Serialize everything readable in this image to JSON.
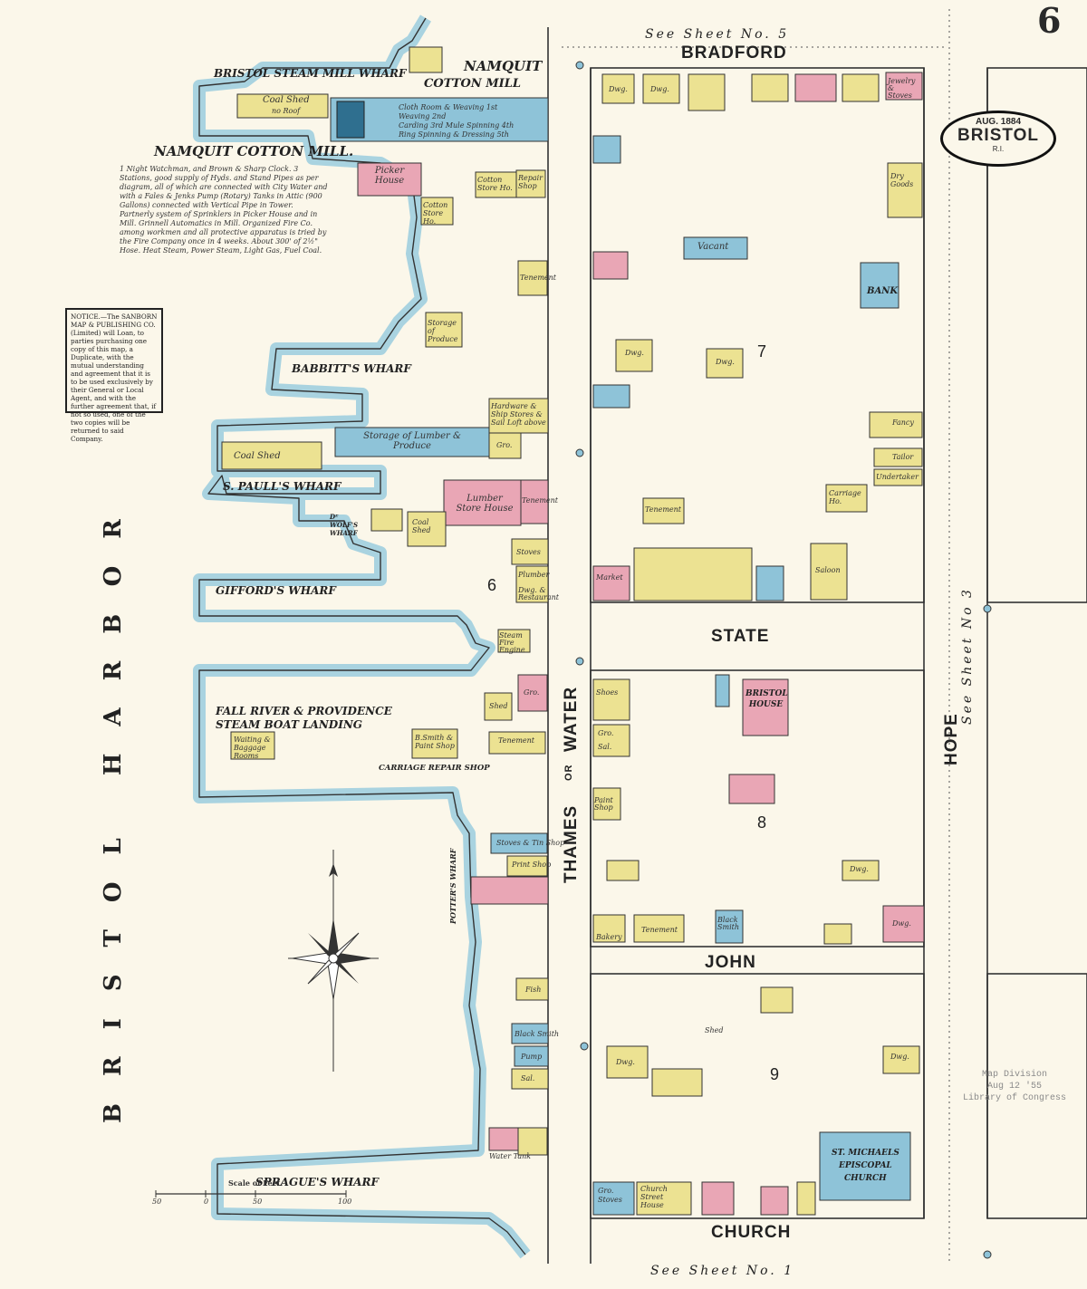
{
  "sheet_number": "6",
  "city_stamp": {
    "date": "AUG. 1884",
    "city": "BRISTOL",
    "state": "R.I."
  },
  "see_sheets": {
    "top": "See Sheet No. 5",
    "bottom": "See Sheet No. 1",
    "right": "See Sheet No 3"
  },
  "streets": {
    "bradford": "BRADFORD",
    "state": "STATE",
    "john": "JOHN",
    "church": "CHURCH",
    "hope": "HOPE",
    "thames": "THAMES",
    "or": "OR",
    "water": "WATER"
  },
  "harbor": "BRISTOL HARBOR",
  "wharves": {
    "bristol_steam_mill": "BRISTOL STEAM MILL WHARF",
    "babbitts": "BABBITT'S WHARF",
    "s_paulls": "S. PAULL'S WHARF",
    "dewolfs": "Dᴱ WOLF'S WHARF",
    "giffords": "GIFFORD'S WHARF",
    "fall_river_1": "FALL RIVER & PROVIDENCE",
    "fall_river_2": "STEAM BOAT LANDING",
    "potters": "POTTER'S WHARF",
    "spragues": "SPRAGUE'S WHARF"
  },
  "mill": {
    "name_left": "NAMQUIT COTTON MILL.",
    "name_top_1": "NAMQUIT",
    "name_top_2": "COTTON MILL",
    "floors": [
      "Cloth Room & Weaving 1st",
      "Weaving 2nd",
      "Carding 3rd Mule Spinning 4th",
      "Ring Spinning & Dressing 5th"
    ],
    "description": "1 Night Watchman, and Brown & Sharp Clock. 3 Stations, good supply of Hyds. and Stand Pipes as per diagram, all of which are connected with City Water and with a Fales & Jenks Pump (Rotary) Tanks in Attic (900 Gallons) connected with Vertical Pipe in Tower. Partnerly system of Sprinklers in Picker House and in Mill. Grinnell Automatics in Mill. Organized Fire Co. among workmen and all protective apparatus is tried by the Fire Company once in 4 weeks. About 300' of 2½\" Hose. Heat Steam, Power Steam, Light Gas, Fuel Coal."
  },
  "notice": "NOTICE.—The SANBORN MAP & PUBLISHING CO. (Limited) will Loan, to parties purchasing one copy of this map, a Duplicate, with the mutual understanding and agreement that it is to be used exclusively by their General or Local Agent, and with the further agreement that, if not so used, one of the two copies will be returned to said Company.",
  "blocks": {
    "b6": "6",
    "b7": "7",
    "b8": "8",
    "b9": "9"
  },
  "building_labels": {
    "coal_shed_top": "Coal Shed",
    "no_roof": "no Roof",
    "picker_house": "Picker House",
    "cotton_store_ho": "Cotton Store Ho.",
    "cotton_store_ho2": "Cotton Store Ho.",
    "repair_shop": "Repair Shop",
    "tenement_1": "Tenement",
    "storage_produce": "Storage of Produce",
    "storage_lumber": "Storage of Lumber & Produce",
    "hardware": "Hardware & Ship Stores & Sail Loft above",
    "gro_1": "Gro.",
    "coal_shed_mid": "Coal Shed",
    "lumber_store": "Lumber Store House",
    "tenement_2": "Tenement",
    "coal_shed_small": "Coal Shed",
    "stoves": "Stoves",
    "plumber": "Plumber",
    "dwg_restaurant": "Dwg. & Restaurant",
    "steam_fire": "Steam Fire Engine",
    "gro_2": "Gro.",
    "shed": "Shed",
    "waiting_rooms": "Waiting & Baggage Rooms",
    "b_smith_paint": "B.Smith & Paint Shop",
    "tenement_3": "Tenement",
    "carriage_repair": "CARRIAGE REPAIR SHOP",
    "stoves_tin": "Stoves & Tin Shop",
    "print_shop": "Print Shop",
    "fish": "Fish",
    "black_smith_1": "Black Smith",
    "pump": "Pump",
    "sal_1": "Sal.",
    "vacant": "Vacant",
    "bank": "BANK",
    "fancy": "Fancy",
    "tailor": "Tailor",
    "undertaker": "Undertaker",
    "carriage_ho": "Carriage Ho.",
    "market": "Market",
    "saloon": "Saloon",
    "tenement_4": "Tenement",
    "dry_goods": "Dry Goods",
    "jewelry": "Jewelry & Stoves",
    "bristol_house": "BRISTOL HOUSE",
    "shoes": "Shoes",
    "gro_3": "Gro.",
    "sal_2": "Sal.",
    "paint_shop": "Paint Shop",
    "tenement_5": "Tenement",
    "bakery": "Bakery",
    "black_smith_2": "Black Smith",
    "dwg_1": "Dwg.",
    "dwg_2": "Dwg.",
    "dwg_3": "Dwg.",
    "dwg_4": "Dwg.",
    "dwg_5": "Dwg.",
    "dwg_6": "Dwg.",
    "dwg_7": "Dwg.",
    "dwg_8": "Dwg.",
    "st_michaels_1": "ST. MICHAELS",
    "st_michaels_2": "EPISCOPAL",
    "st_michaels_3": "CHURCH",
    "gro_stoves": "Gro. Stoves",
    "church_street_house": "Church Street House",
    "shed_2": "Shed",
    "water_tank": "Water Tank"
  },
  "scale_label": "Scale of Feet.",
  "scale_ticks": [
    "50",
    "0",
    "50",
    "100"
  ],
  "loc_stamp": [
    "Map Division",
    "Aug 12 '55",
    "Library of Congress"
  ],
  "colors": {
    "paper": "#fbf7ea",
    "water": "#a9d3e0",
    "brick": "#e9a6b5",
    "frame": "#ece292",
    "stone": "#8ec3d8",
    "line": "#333333"
  }
}
